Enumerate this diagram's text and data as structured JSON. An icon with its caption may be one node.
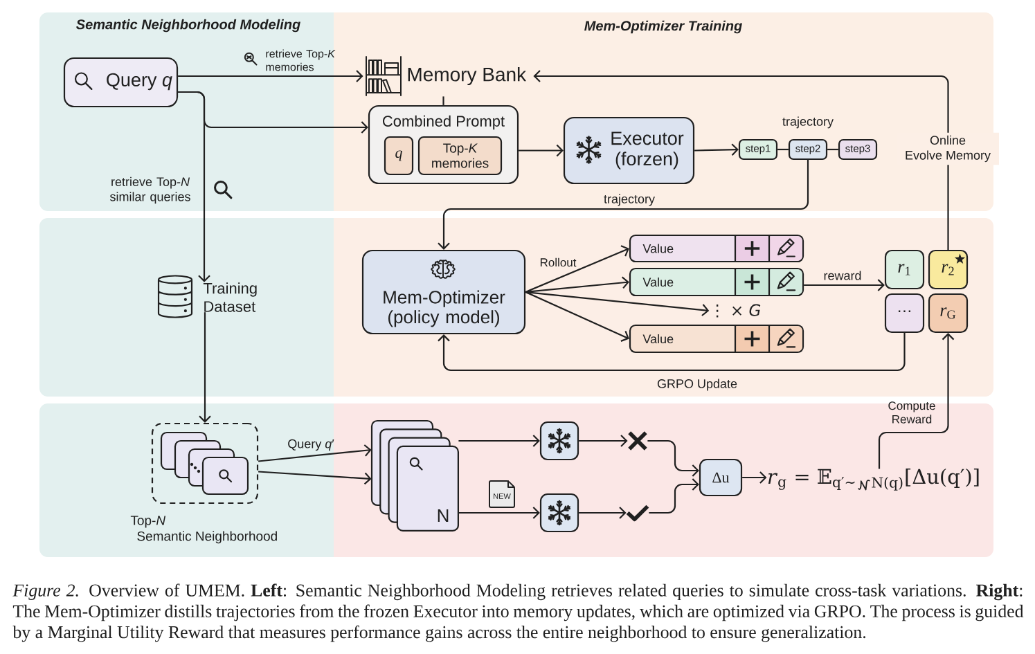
{
  "diagram": {
    "caption": "*Figure 2.* Overview of UMEM. **Left**: Semantic Neighborhood Modeling retrieves related queries to simulate cross-task variations. **Right**: The Mem-Optimizer distills trajectories from the frozen Executor into memory updates, which are optimized via GRPO. The process is guided by a Marginal Utility Reward that measures performance gains across the entire neighborhood to ensure generalization.",
    "nodes": [
      {
        "text": [
          "Query *q*"
        ]
      },
      {
        "text": [
          "Memory Bank"
        ]
      },
      {
        "text": [
          "Combined Prompt"
        ]
      },
      {
        "text": [
          "q"
        ],
        "in": 2
      },
      {
        "text": [
          "Top-*K* memories"
        ],
        "in": 2
      },
      {
        "text": [
          "Executor (forzen)"
        ]
      },
      {
        "text": [
          "step1"
        ]
      },
      {
        "text": [
          "step2"
        ]
      },
      {
        "text": [
          "step3"
        ]
      },
      {
        "text": [
          "Training Dataset"
        ]
      },
      {
        "text": [
          "Mem-Optimizer (policy model)"
        ]
      },
      {
        "text": [
          "Value"
        ]
      },
      {
        "text": [
          "Value"
        ]
      },
      {
        "text": [
          "Value"
        ]
      },
      {
        "text": [
          "*r*$_{1}$"
        ]
      },
      {
        "text": [
          "*r*$_{2}$"
        ]
      },
      {
        "text": [
          "⋯"
        ]
      },
      {
        "text": [
          "*r*$_{G}$"
        ]
      },
      {
        "text": [],
        "shape": "box",
        "beside": [
          "Top-*N* Semantic Neighborhood"
        ]
      },
      {
        "text": [
          "N"
        ]
      },
      {
        "text": [],
        "shape": "box"
      },
      {
        "text": [],
        "shape": "box"
      },
      {
        "text": [],
        "shape": "cross"
      },
      {
        "text": [],
        "shape": "checkmark"
      },
      {
        "text": [
          "Δu"
        ]
      },
      {
        "text": [
          "*r*$_{g}$ = 𝔼$_{q′∼}$",
          "$_{N(q)}$[Δu(q′)]"
        ]
      },
      {
        "text": [
          "⋮ × *G*"
        ]
      }
    ],
    "edges": [
      {
        "from": 0,
        "to": 1,
        "arrow": "to",
        "label": "retrieve Top-*K* memories"
      },
      {
        "from": 0,
        "to": 2,
        "arrow": "to"
      },
      {
        "from": 0,
        "to": 9,
        "arrow": "to",
        "label": "retrieve Top-*N* similar queries"
      },
      {
        "from": 1,
        "to": 2,
        "arrow": "none"
      },
      {
        "from": 2,
        "to": 5,
        "arrow": "to"
      },
      {
        "from": 5,
        "to": 6,
        "arrow": "to"
      },
      {
        "from": 6,
        "to": 7,
        "arrow": "none"
      },
      {
        "from": 7,
        "to": 8,
        "arrow": "none"
      },
      {
        "from": 7,
        "to": 10,
        "arrow": "to",
        "label": "trajectory"
      },
      {
        "from": 15,
        "to": 1,
        "arrow": "to",
        "label": "Online Evolve Memory"
      },
      {
        "from": 10,
        "to": 11,
        "arrow": "to",
        "label": "Rollout"
      },
      {
        "from": 10,
        "to": 12,
        "arrow": "to"
      },
      {
        "from": 10,
        "to": 26,
        "arrow": "to"
      },
      {
        "from": 10,
        "to": 13,
        "arrow": "to"
      },
      {
        "from": 12,
        "to": 14,
        "arrow": "to",
        "label": "reward"
      },
      {
        "from": 16,
        "to": 10,
        "arrow": "to",
        "label": "GRPO Update"
      },
      {
        "from": 9,
        "to": 18,
        "arrow": "to"
      },
      {
        "from": 18,
        "to": 19,
        "arrow": "to",
        "label": "Query *q*′"
      },
      {
        "from": 18,
        "to": 19,
        "arrow": "to"
      },
      {
        "from": 19,
        "to": 20,
        "arrow": "to"
      },
      {
        "from": 19,
        "to": 21,
        "arrow": "to"
      },
      {
        "from": 20,
        "to": 22,
        "arrow": "to"
      },
      {
        "from": 21,
        "to": 23,
        "arrow": "to"
      },
      {
        "from": 22,
        "to": 24,
        "arrow": "to"
      },
      {
        "from": 23,
        "to": 24,
        "arrow": "to"
      },
      {
        "from": 24,
        "to": 25,
        "arrow": "to"
      },
      {
        "from": 25,
        "to": 17,
        "arrow": "to",
        "label": "Compute Reward"
      }
    ],
    "labels": [
      "Semantic Neighborhood Modeling",
      "Mem-Optimizer Training",
      "trajectory",
      "NEW"
    ]
  }
}
